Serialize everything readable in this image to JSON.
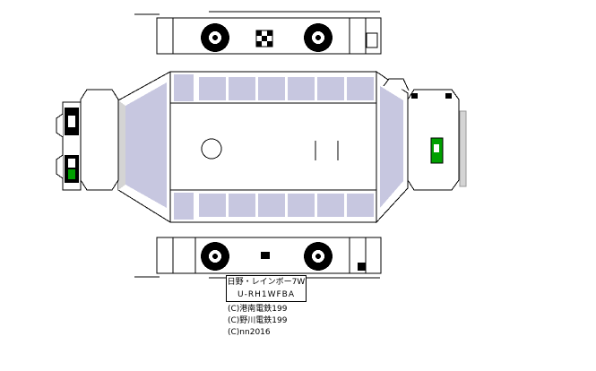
{
  "title": {
    "model_name": "日野・レインボー7W",
    "model_code": "U-RH1WFBA"
  },
  "credits": [
    "(C)港南電鉄199",
    "(C)野川電鉄199",
    "(C)nn2016"
  ],
  "colors": {
    "body": "#ffffff",
    "outline": "#000000",
    "window_glass": "#c7c7e0",
    "license_plate_green": "#00a000",
    "tab_shade_gray": "#d4d4d4",
    "tire_black": "#000000"
  }
}
